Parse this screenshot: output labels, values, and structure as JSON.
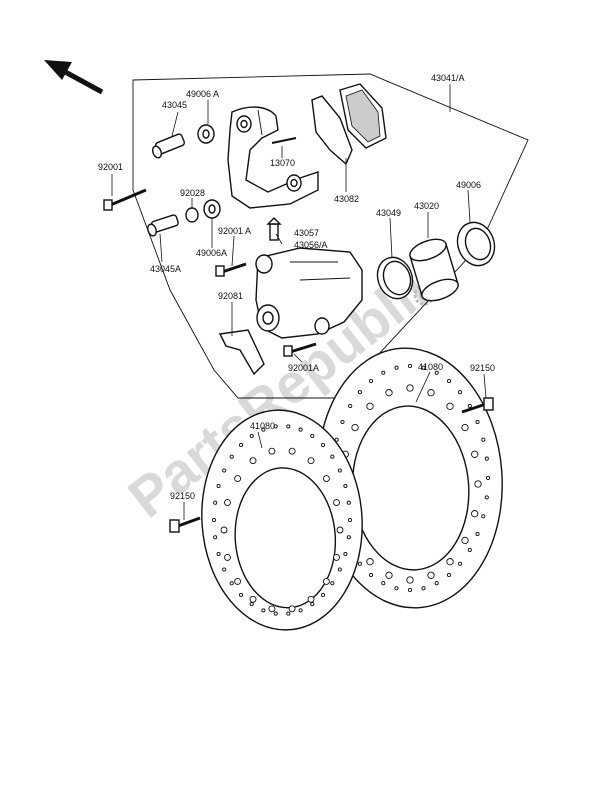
{
  "watermark": "PartsRepublik",
  "labels": {
    "l43041A": "43041/A",
    "l49006A_top": "49006 A",
    "l43045": "43045",
    "l92001": "92001",
    "l13070": "13070",
    "l92028": "92028",
    "l43082": "43082",
    "l43049": "43049",
    "l43020": "43020",
    "l49006": "49006",
    "l92001A_top": "92001 A",
    "l43057": "43057",
    "l43056A": "43056/A",
    "l43045A": "43045A",
    "l49006A_mid": "49006A",
    "l92081": "92081",
    "l92001A_bot": "92001A",
    "l41080_right": "41080",
    "l92150_right": "92150",
    "l41080_left": "41080",
    "l92150_left": "92150"
  },
  "icons": {
    "direction": "arrow-up-left-icon",
    "gear": "gear-icon"
  }
}
